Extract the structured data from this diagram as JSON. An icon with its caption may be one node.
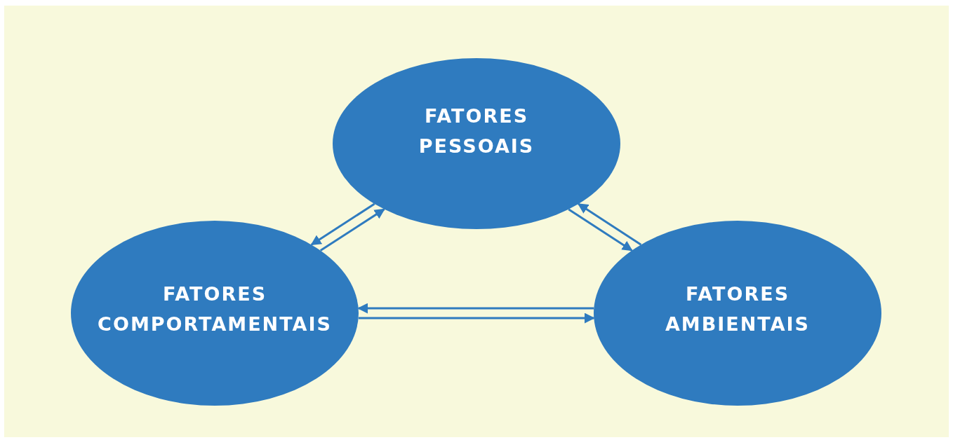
{
  "diagram": {
    "nodes": [
      {
        "text": [
          "FATORES PESSOAIS"
        ]
      },
      {
        "text": [
          "FATORES COMPORTAMENTAIS"
        ]
      },
      {
        "text": [
          "FATORES AMBIENTAIS"
        ]
      }
    ],
    "edges": [
      {
        "from": 1,
        "to": 0,
        "arrow": "to"
      },
      {
        "from": 0,
        "to": 1,
        "arrow": "to"
      },
      {
        "from": 0,
        "to": 2,
        "arrow": "to"
      },
      {
        "from": 2,
        "to": 0,
        "arrow": "to"
      },
      {
        "from": 1,
        "to": 2,
        "arrow": "to"
      },
      {
        "from": 2,
        "to": 1,
        "arrow": "to"
      }
    ]
  }
}
